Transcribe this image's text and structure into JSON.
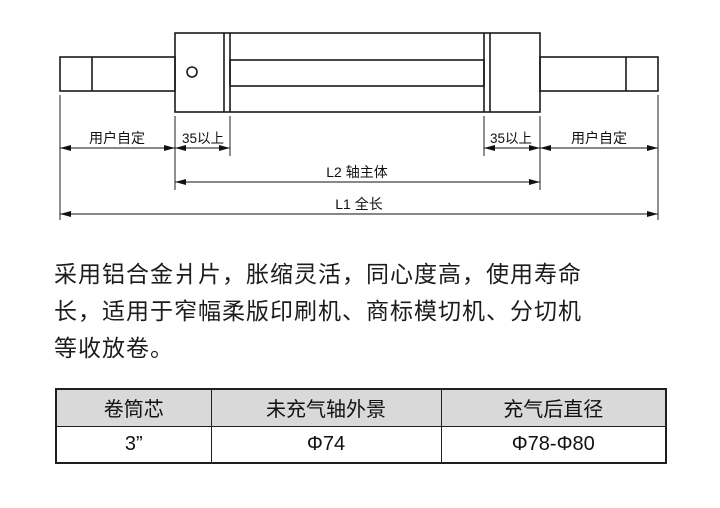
{
  "drawing": {
    "labels": {
      "user_defined_left": "用户自定",
      "min35_left": "35以上",
      "min35_right": "35以上",
      "user_defined_right": "用户自定",
      "l2": "L2 轴主体",
      "l1": "L1 全长"
    }
  },
  "description": {
    "lines": [
      "采用铝合金爿片，胀缩灵活，同心度高，使用寿命",
      "长，适用于窄幅柔版印刷机、商标模切机、分切机",
      "等收放卷。"
    ]
  },
  "spec_table": {
    "headers": [
      "卷筒芯",
      "未充气轴外景",
      "充气后直径"
    ],
    "rows": [
      [
        "3”",
        "Φ74",
        "Φ78-Φ80"
      ]
    ]
  },
  "colors": {
    "line": "#1a1a1a",
    "table_header_bg": "#d9d9d9"
  }
}
